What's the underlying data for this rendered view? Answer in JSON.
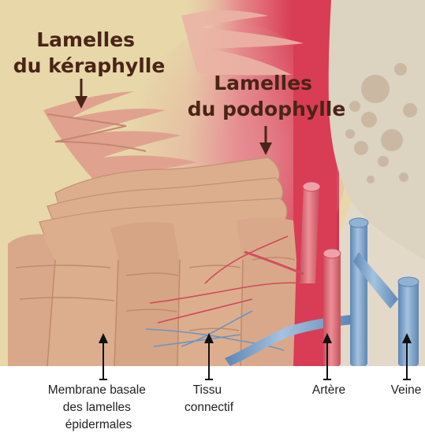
{
  "top_labels": {
    "keraphylle": [
      "Lamelles",
      "du kéraphylle"
    ],
    "podophylle": [
      "Lamelles",
      "du podophylle"
    ]
  },
  "bottom_labels": {
    "membrane": [
      "Membrane basale",
      "des lamelles",
      "épidermales"
    ],
    "tissu": [
      "Tissu",
      "connectif"
    ],
    "artere": "Artère",
    "veine": "Veine"
  },
  "colors": {
    "background": "#e7d7a9",
    "lamella_tan": "#dcae8e",
    "lamella_shadow": "#c18a6a",
    "lamella_pink": "#e7a3a0",
    "artery": "#e0707a",
    "artery_dark": "#c8505e",
    "red_band": "#d93c55",
    "vein": "#7fa6cc",
    "vein_dark": "#5e86b3",
    "bone": "#dcd3c0",
    "bone_spot": "#cbb8a3",
    "label_brown": "#4a2416",
    "arrow_black": "#111111"
  }
}
